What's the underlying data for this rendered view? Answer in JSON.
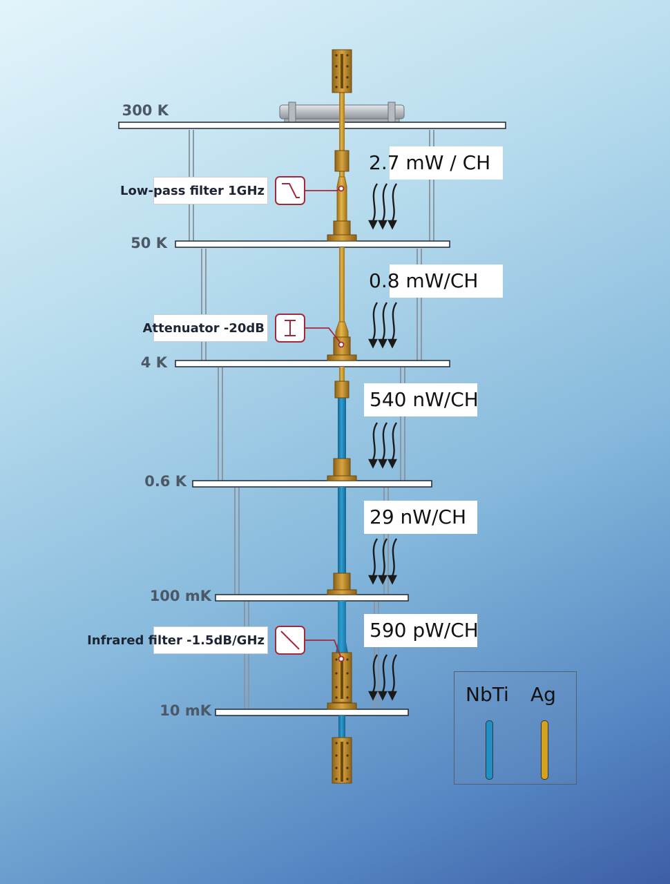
{
  "stages": [
    {
      "id": "300k",
      "label": "300 K"
    },
    {
      "id": "50k",
      "label": "50 K"
    },
    {
      "id": "4k",
      "label": "4 K"
    },
    {
      "id": "0_6k",
      "label": "0.6 K"
    },
    {
      "id": "100mk",
      "label": "100 mK"
    },
    {
      "id": "10mk",
      "label": "10 mK"
    }
  ],
  "heat_loads": [
    "2.7 mW / CH",
    "0.8 mW/CH",
    "540 nW/CH",
    "29 nW/CH",
    "590 pW/CH"
  ],
  "components": [
    {
      "label": "Low-pass filter 1GHz",
      "icon": "low-pass-filter-icon"
    },
    {
      "label": "Attenuator -20dB",
      "icon": "attenuator-icon"
    },
    {
      "label": "Infrared filter -1.5dB/GHz",
      "icon": "infrared-filter-icon"
    }
  ],
  "legend": {
    "nbti": {
      "label": "NbTi",
      "color": "#1f8fc4"
    },
    "ag": {
      "label": "Ag",
      "color": "#d4a21e"
    }
  },
  "colors": {
    "gold_cable": "#d4a21e",
    "blue_cable": "#1f8fc4",
    "filter_red": "#a3283a",
    "plate": "#ffffff"
  }
}
